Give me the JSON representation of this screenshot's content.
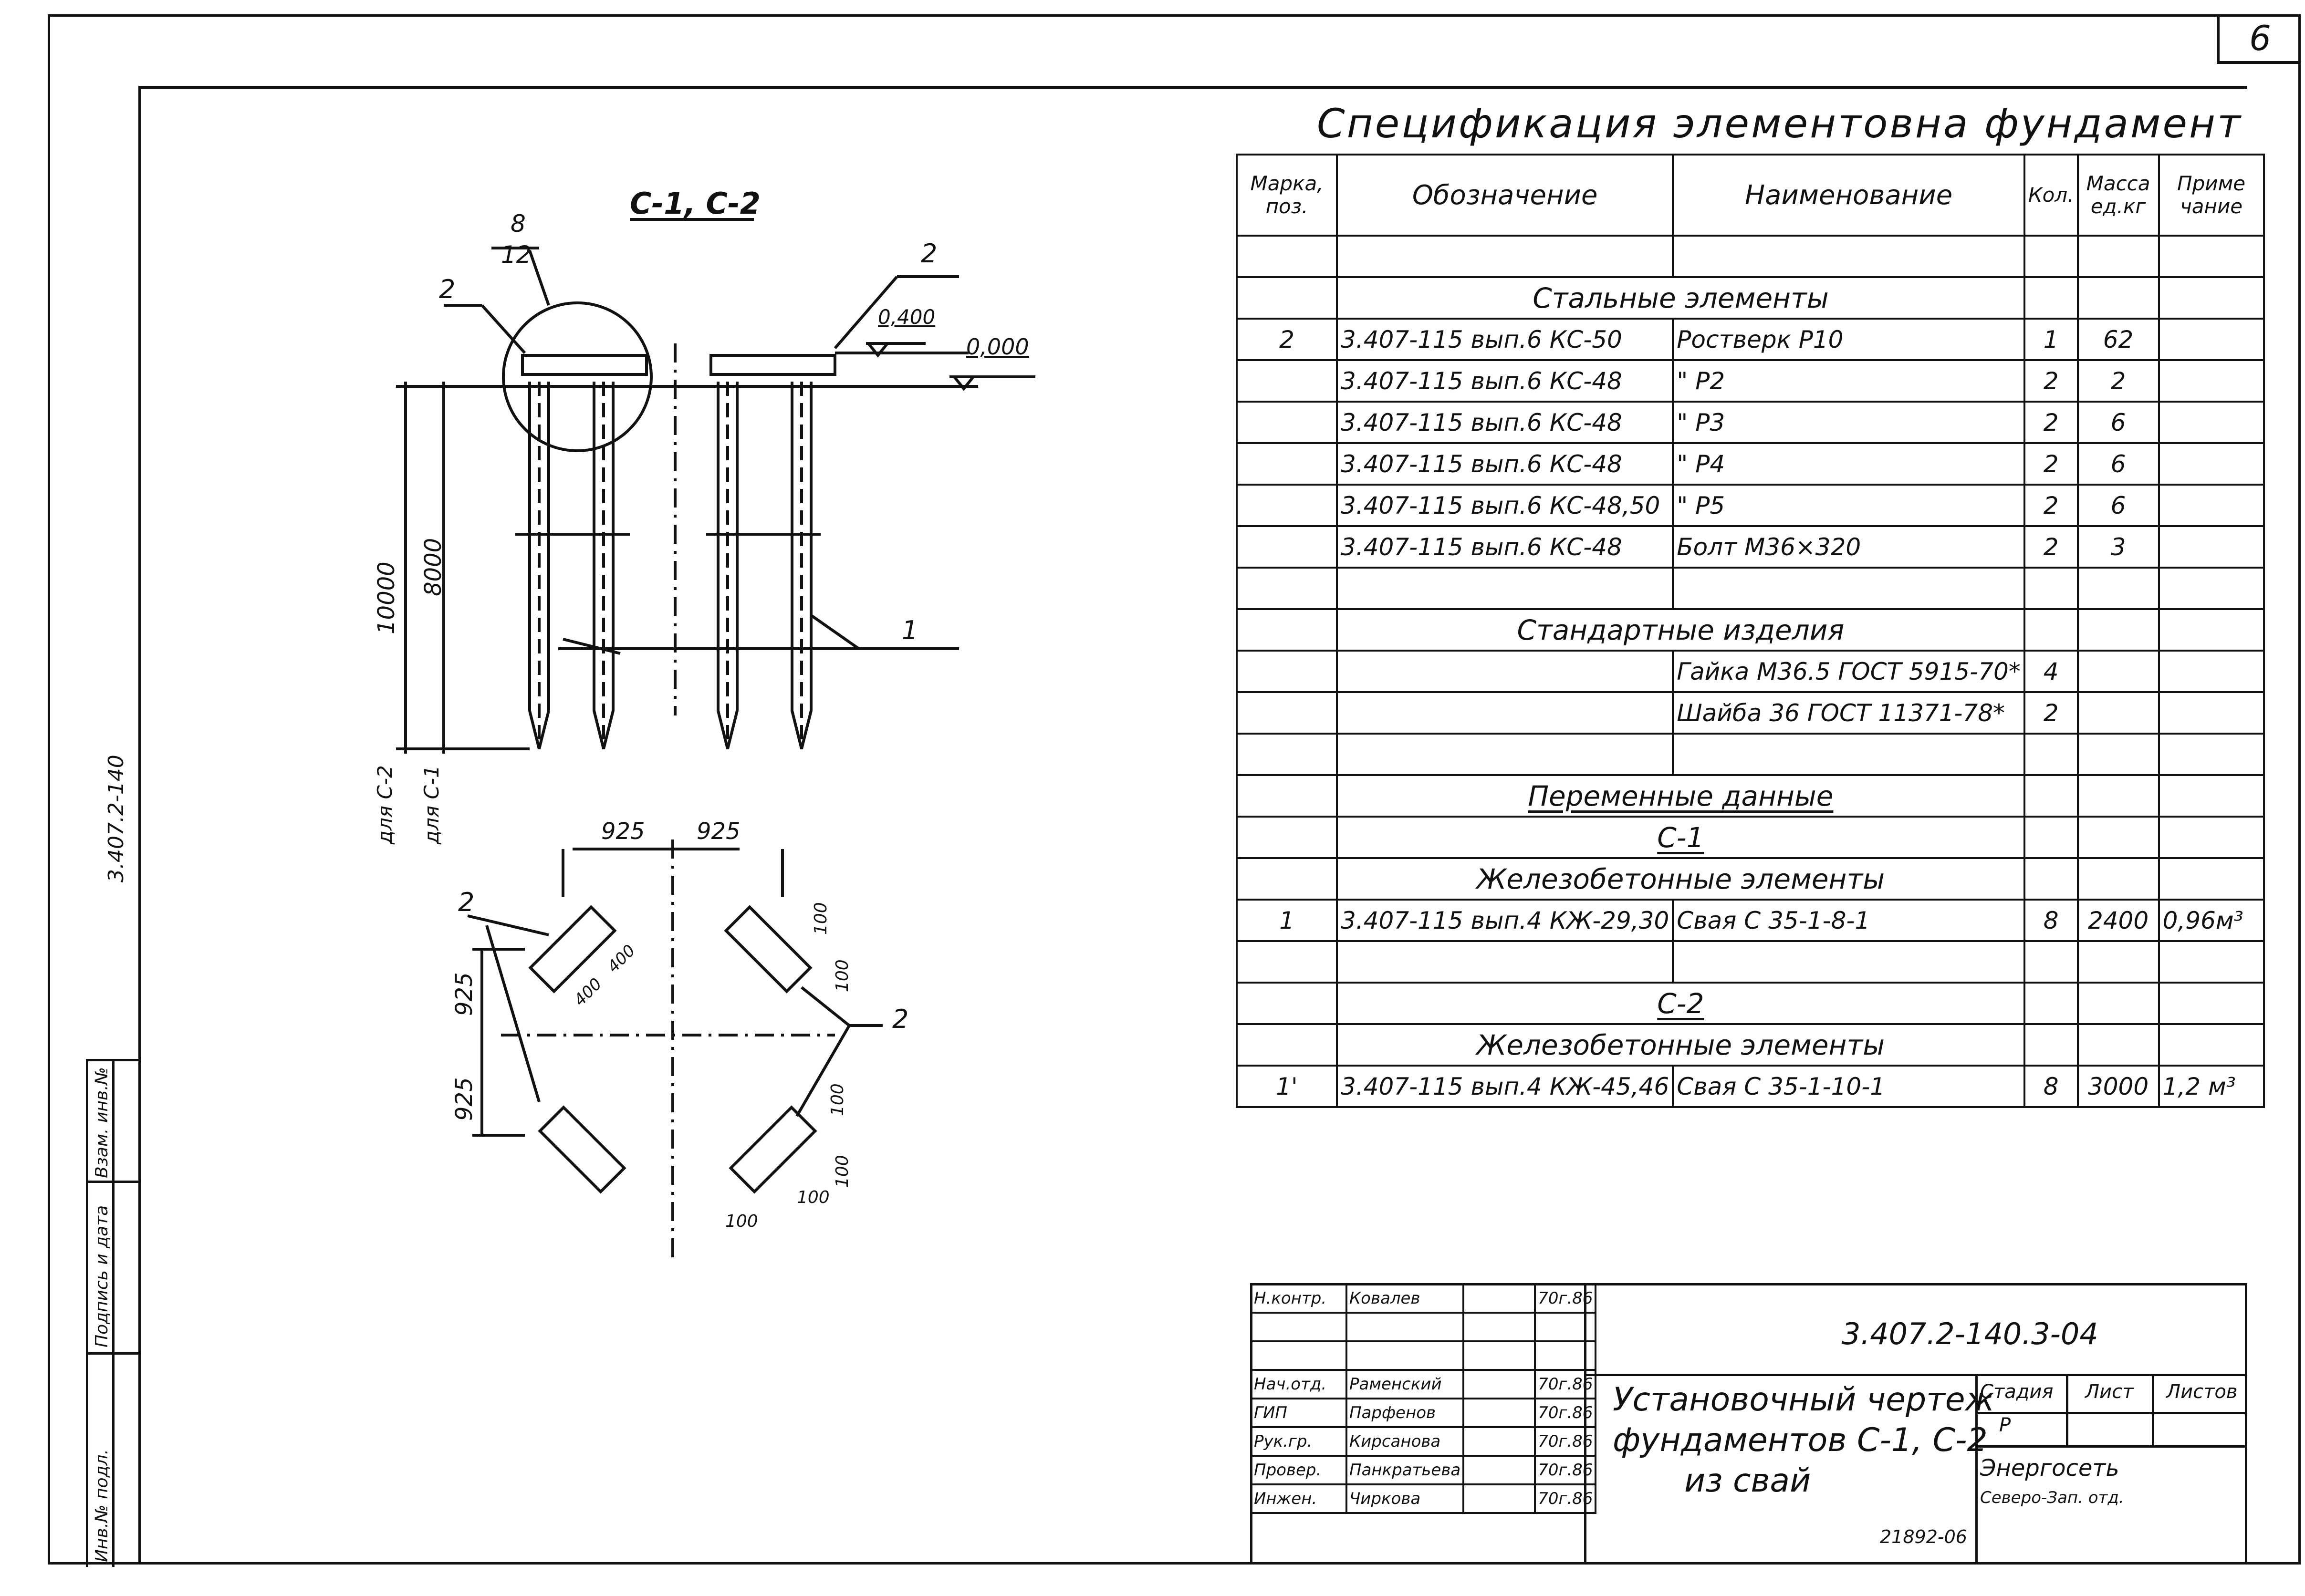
{
  "sheet_number": "6",
  "drawing": {
    "view_label": "С-1, С-2",
    "callout_top": "8",
    "callout_bottom": "12",
    "pos_labels": [
      "2",
      "2",
      "1"
    ],
    "elev_top": "0,400",
    "elev_ground": "0,000",
    "dim_10000": "10000",
    "dim_8000": "8000",
    "dim_for_c2": "для С-2",
    "dim_for_c1": "для С-1",
    "plan_dims": [
      "925",
      "925",
      "925",
      "925"
    ],
    "plan_small_dims": [
      "100",
      "100",
      "100",
      "100",
      "100",
      "100"
    ],
    "plan_400": [
      "400",
      "400"
    ],
    "plan_pos": [
      "2",
      "2"
    ]
  },
  "side_code": "3.407.2-140",
  "left_column_labels": [
    "Инв.№ подл.",
    "Подпись и дата",
    "Взам. инв.№"
  ],
  "spec": {
    "title": "Спецификация элементовна фундамент",
    "headers": [
      "Марка, поз.",
      "Обозначение",
      "Наименование",
      "Кол.",
      "Масса ед.кг",
      "Приме чание"
    ],
    "sections": {
      "steel": "Стальные элементы",
      "standard": "Стандартные изделия",
      "variable": "Переменные данные",
      "c1": "С-1",
      "rc1": "Железобетонные элементы",
      "c2": "С-2",
      "rc2": "Железобетонные элементы"
    },
    "steel_rows": [
      {
        "mark": "2",
        "designation": "3.407-115 вып.6 КС-50",
        "name": "Ростверк Р10",
        "qty": "1",
        "mass": "62",
        "note": ""
      },
      {
        "mark": "",
        "designation": "3.407-115 вып.6 КС-48",
        "name": "\"      Р2",
        "qty": "2",
        "mass": "2",
        "note": ""
      },
      {
        "mark": "",
        "designation": "3.407-115 вып.6 КС-48",
        "name": "\"      Р3",
        "qty": "2",
        "mass": "6",
        "note": ""
      },
      {
        "mark": "",
        "designation": "3.407-115 вып.6 КС-48",
        "name": "\"      Р4",
        "qty": "2",
        "mass": "6",
        "note": ""
      },
      {
        "mark": "",
        "designation": "3.407-115 вып.6 КС-48,50",
        "name": "\"      Р5",
        "qty": "2",
        "mass": "6",
        "note": ""
      },
      {
        "mark": "",
        "designation": "3.407-115 вып.6 КС-48",
        "name": "Болт М36×320",
        "qty": "2",
        "mass": "3",
        "note": ""
      }
    ],
    "standard_rows": [
      {
        "name": "Гайка М36.5 ГОСТ 5915-70*",
        "qty": "4"
      },
      {
        "name": "Шайба 36 ГОСТ 11371-78*",
        "qty": "2"
      }
    ],
    "c1_row": {
      "mark": "1",
      "designation": "3.407-115 вып.4 КЖ-29,30",
      "name": "Свая С 35-1-8-1",
      "qty": "8",
      "mass": "2400",
      "note": "0,96м³"
    },
    "c2_row": {
      "mark": "1'",
      "designation": "3.407-115 вып.4 КЖ-45,46",
      "name": "Свая С 35-1-10-1",
      "qty": "8",
      "mass": "3000",
      "note": "1,2 м³"
    }
  },
  "stamp": {
    "code": "3.407.2-140.3-04",
    "title_lines": [
      "Установочный чертеж",
      "фундаментов С-1, С-2",
      "из свай"
    ],
    "roles": [
      {
        "role": "Н.контр.",
        "name": "Ковалев",
        "date": "70г.86"
      },
      {
        "role": "",
        "name": "",
        "date": ""
      },
      {
        "role": "",
        "name": "",
        "date": ""
      },
      {
        "role": "Нач.отд.",
        "name": "Раменский",
        "date": "70г.86"
      },
      {
        "role": "ГИП",
        "name": "Парфенов",
        "date": "70г.86"
      },
      {
        "role": "Рук.гр.",
        "name": "Кирсанова",
        "date": "70г.86"
      },
      {
        "role": "Провер.",
        "name": "Панкратьева",
        "date": "70г.86"
      },
      {
        "role": "Инжен.",
        "name": "Чиркова",
        "date": "70г.86"
      }
    ],
    "stage_label": "Стадия",
    "stage_value": "Р",
    "sheet_label": "Лист",
    "sheets_label": "Листов",
    "org_name": "Энергосеть",
    "org_sub": "Северо-Зап. отд."
  },
  "bottom_number": "21892-06"
}
